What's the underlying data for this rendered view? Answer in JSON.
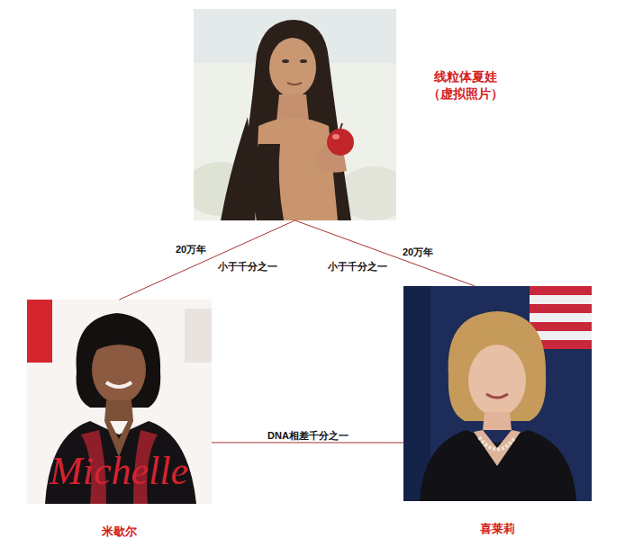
{
  "diagram": {
    "nodes": [
      {
        "text": [
          "线粒体夏娃 （虚拟照片）"
        ]
      },
      {
        "text": [
          "米歇尔"
        ]
      },
      {
        "text": [
          "喜莱莉"
        ]
      }
    ],
    "edges": [
      {
        "from": 0,
        "to": 1,
        "arrow": "none",
        "label": "20万年"
      },
      {
        "from": 0,
        "to": 2,
        "arrow": "none",
        "label": "20万年"
      },
      {
        "from": 1,
        "to": 2,
        "arrow": "none",
        "label": "DNA相差千分之一"
      }
    ],
    "labels": [
      "小于千分之一",
      "小于千分之一",
      "Michelle"
    ]
  }
}
